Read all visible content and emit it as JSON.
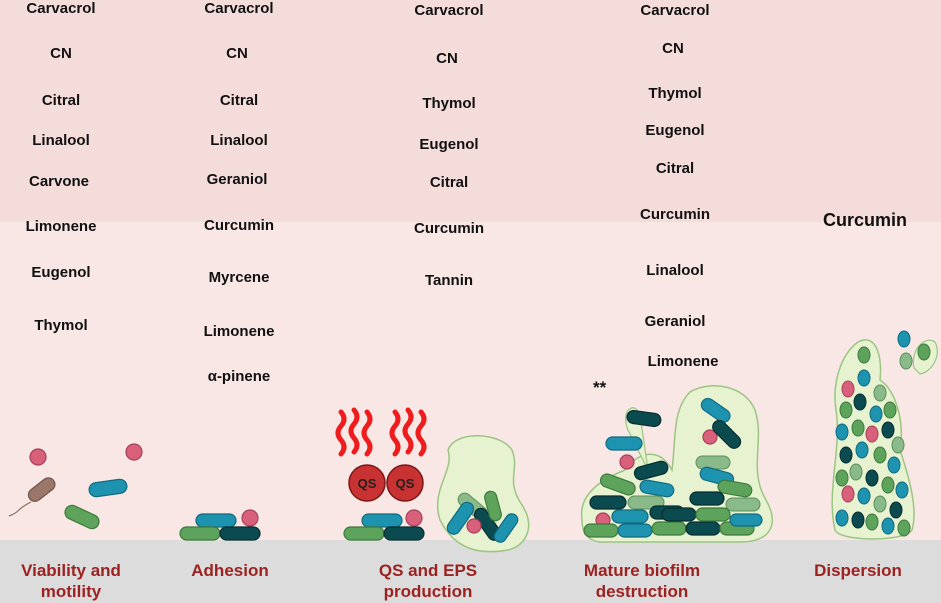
{
  "columns": [
    {
      "compounds": [
        "Carvacrol",
        "CN",
        "Citral",
        "Linalool",
        "Carvone",
        "Limonene",
        "Eugenol",
        "Thymol"
      ],
      "stage": [
        "Viability and",
        "motility"
      ]
    },
    {
      "compounds": [
        "Carvacrol",
        "CN",
        "Citral",
        "Linalool",
        "Geraniol",
        "Curcumin",
        "Myrcene",
        "Limonene",
        "α-pinene"
      ],
      "stage": [
        "Adhesion"
      ]
    },
    {
      "compounds": [
        "Carvacrol",
        "CN",
        "Thymol",
        "Eugenol",
        "Citral",
        "Curcumin",
        "Tannin"
      ],
      "stage": [
        "QS and EPS",
        "production"
      ]
    },
    {
      "compounds": [
        "Carvacrol",
        "CN",
        "Thymol",
        "Eugenol",
        "Citral",
        "Curcumin",
        "Linalool",
        "Geraniol",
        "Limonene"
      ],
      "stage": [
        "Mature biofilm",
        "destruction"
      ]
    },
    {
      "compounds": [
        "Curcumin"
      ],
      "stage": [
        "Dispersion"
      ]
    }
  ],
  "qs_label": "QS",
  "asterisk": "**",
  "colors": {
    "stage_text": "#9c2222",
    "teal": "#1e93b0",
    "green": "#5ea35c",
    "dark_teal": "#0b4a4e",
    "pink": "#d9607a",
    "brown": "#9a7768",
    "matrix_fill": "#e7f2d0",
    "matrix_stroke": "#9cc583",
    "qs_red": "#c83232",
    "heat_red": "#ee1c1c"
  }
}
